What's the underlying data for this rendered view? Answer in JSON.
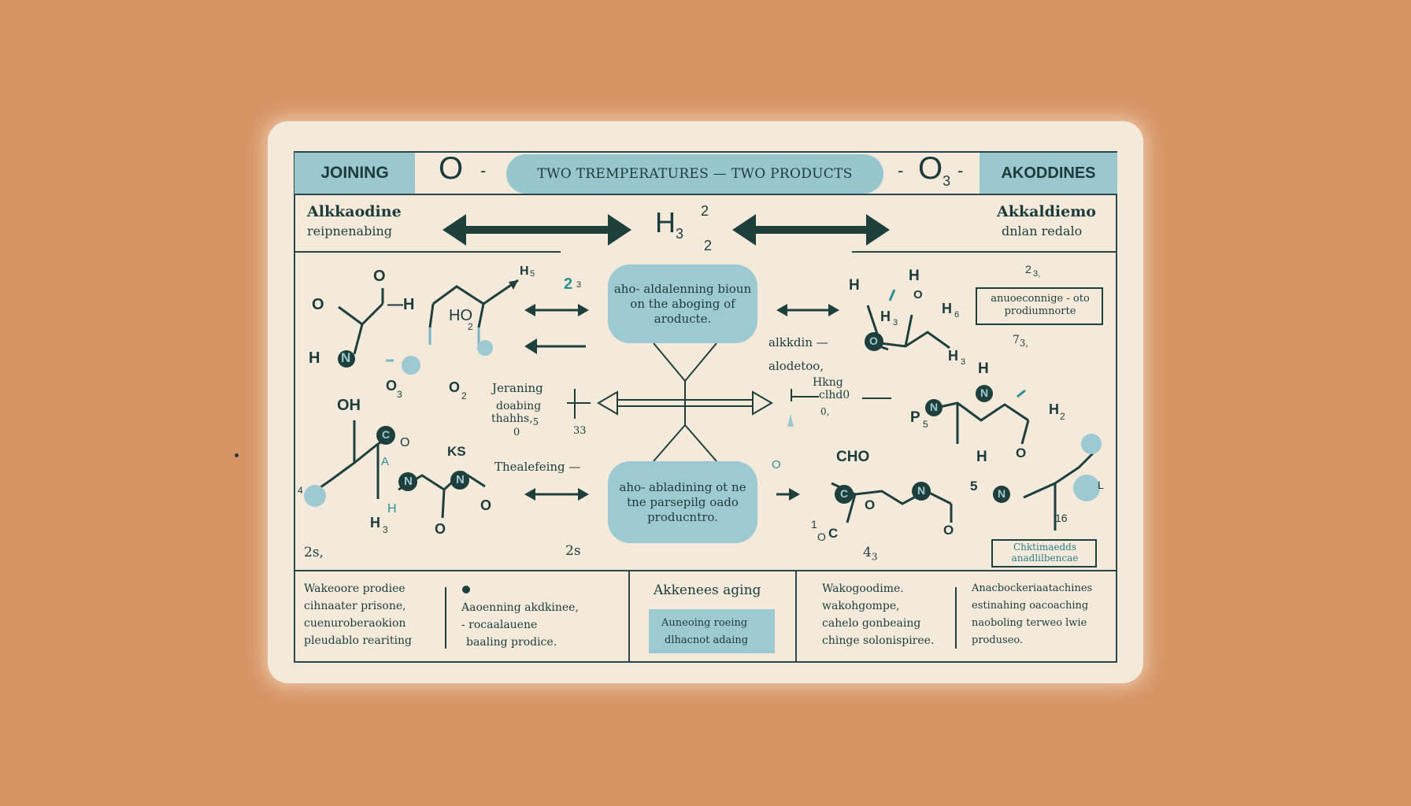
{
  "header": {
    "left_tag": "JOINING",
    "left_o": "O",
    "title": "TWO TREMPERATURES — TWO PRODUCTS",
    "right_o": "O",
    "right_o_sub": "3",
    "right_tag": "AKODDINES",
    "left_sub_title": "Alkkaodine",
    "left_sub_text": "reipnenabing",
    "center_formula": "H",
    "center_formula_sub": "3",
    "center_sup": "2",
    "center_sub2": "2",
    "right_sub_title": "Akkaldiemo",
    "right_sub_text": "dnlan redalo"
  },
  "center": {
    "bubble_top": "aho- aldalenning bioun on the aboging of aroducte.",
    "bubble_bottom": "aho- abladining ot ne tne parsepilg oado producntro.",
    "left_label_1": "Jeraning",
    "left_label_2": "doabing",
    "left_label_3": "thahhs,",
    "left_label_3_sub": "5",
    "left_num_a": "0",
    "left_num_b": "33",
    "left_label_4": "Thealefeing —",
    "right_label_1": "alkkdin —",
    "right_label_2": "alodetoo,",
    "right_label_3": "Hkng",
    "right_label_4": "clhd0",
    "right_label_5": "0,",
    "note_box": "anuoeconnige - oto prodiumnorte",
    "note_num": "7",
    "note_num_sub": "3,",
    "bottom_box": "Chktimaedds anadlilbencae"
  },
  "molecule_left": {
    "atoms": [
      "O",
      "O",
      "—H",
      "H",
      "N",
      "HO",
      "2",
      "H",
      "5",
      "2",
      "3",
      "O",
      "3",
      "O",
      "2",
      "OH",
      "C",
      "O",
      "A",
      "KS",
      "N",
      "N",
      "O",
      "H",
      "H",
      "3",
      "4",
      "O"
    ],
    "corner_label": "2s,",
    "tag_2s": "2s"
  },
  "molecule_right": {
    "atoms": [
      "H",
      "H",
      "O",
      "H",
      "3",
      "H",
      "6",
      "O",
      "H",
      "3",
      "H",
      "P",
      "5",
      "N",
      "N",
      "O",
      "H",
      "2",
      "2",
      "3,",
      "O",
      "CHO",
      "C",
      "O",
      "N",
      "O",
      "5",
      "N",
      "H",
      "L",
      "C",
      "O",
      "1",
      "16"
    ],
    "label_43": "4",
    "label_43_sub": "3"
  },
  "footer": {
    "col1_a": "Wakeoore prodiee",
    "col1_b": "cihnaater prisone,",
    "col1_c": "cuenuroberaokion",
    "col1_d": "pleudablo reariting",
    "col2_a": "Aaoenning akdkinee,",
    "col2_b": "- rocaalauene",
    "col2_c": "baaling prodice.",
    "col3_title": "Akkenees aging",
    "col3_box_a": "Auneoing roeing",
    "col3_box_b": "dlhacnot adaing",
    "col4_a": "Wakogoodime.",
    "col4_b": "wakohgompe,",
    "col4_c": "cahelo gonbeaing",
    "col4_d": "chinge solonispiree.",
    "col5_a": "Anacbockeriaatachines",
    "col5_b": "estinahing oacoaching",
    "col5_c": "naoboling terweo lwie",
    "col5_d": "produseo."
  }
}
